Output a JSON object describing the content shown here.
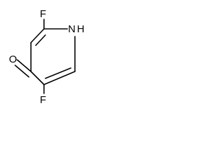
{
  "molecule": {
    "atoms": {
      "f_top": "F",
      "f_bottom": "F",
      "oxygen": "O",
      "nh": "H",
      "nh_n": "N"
    }
  }
}
